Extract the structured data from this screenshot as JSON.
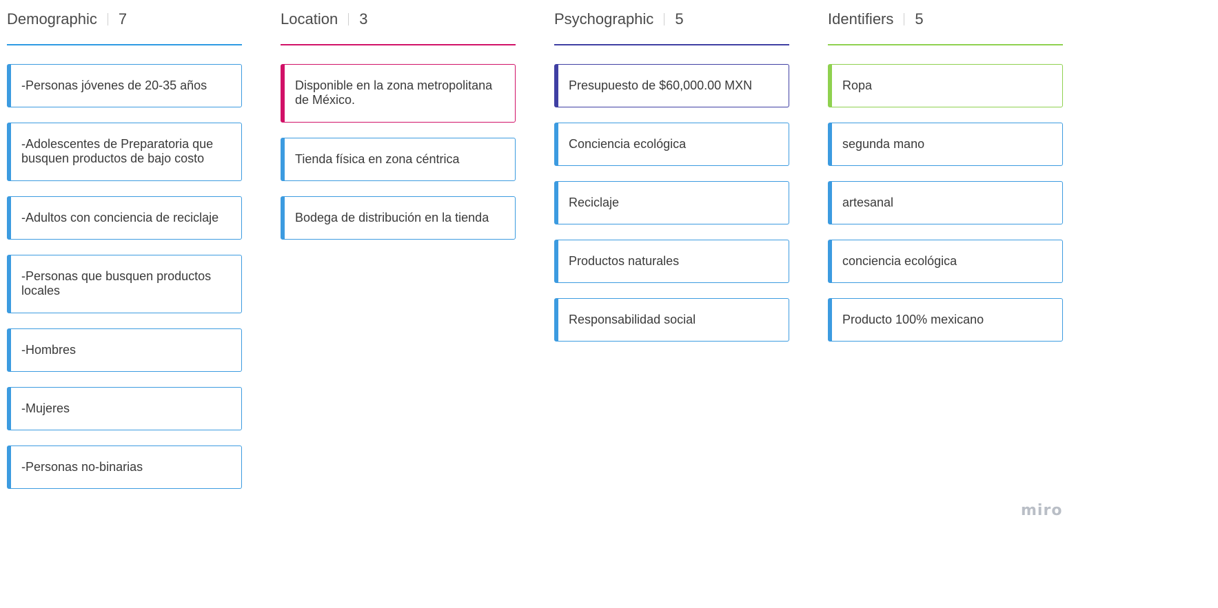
{
  "columns": [
    {
      "title": "Demographic",
      "count": "7",
      "accent": "#2d9ae3",
      "cards": [
        {
          "text": "-Personas jóvenes de 20-35 años",
          "color": "#3c9be0"
        },
        {
          "text": "-Adolescentes de Preparatoria que busquen productos de bajo costo",
          "color": "#3c9be0"
        },
        {
          "text": "-Adultos con conciencia de reciclaje",
          "color": "#3c9be0"
        },
        {
          "text": "-Personas que busquen productos locales",
          "color": "#3c9be0"
        },
        {
          "text": "-Hombres",
          "color": "#3c9be0"
        },
        {
          "text": "-Mujeres",
          "color": "#3c9be0"
        },
        {
          "text": "-Personas no-binarias",
          "color": "#3c9be0"
        }
      ]
    },
    {
      "title": "Location",
      "count": "3",
      "accent": "#d11167",
      "cards": [
        {
          "text": "Disponible en la zona metropolitana de México.",
          "color": "#d11167"
        },
        {
          "text": "Tienda física en zona céntrica",
          "color": "#3c9be0"
        },
        {
          "text": "Bodega de distribución en la tienda",
          "color": "#3c9be0"
        }
      ]
    },
    {
      "title": "Psychographic",
      "count": "5",
      "accent": "#3f3fa3",
      "cards": [
        {
          "text": "Presupuesto de $60,000.00 MXN",
          "color": "#3f3fa3"
        },
        {
          "text": "Conciencia ecológica",
          "color": "#3c9be0"
        },
        {
          "text": "Reciclaje",
          "color": "#3c9be0"
        },
        {
          "text": "Productos naturales",
          "color": "#3c9be0"
        },
        {
          "text": "Responsabilidad social",
          "color": "#3c9be0"
        }
      ]
    },
    {
      "title": "Identifiers",
      "count": "5",
      "accent": "#8fd14f",
      "cards": [
        {
          "text": "Ropa",
          "color": "#8fd14f"
        },
        {
          "text": "segunda mano",
          "color": "#3c9be0"
        },
        {
          "text": "artesanal",
          "color": "#3c9be0"
        },
        {
          "text": "conciencia ecológica",
          "color": "#3c9be0"
        },
        {
          "text": "Producto 100% mexicano",
          "color": "#3c9be0"
        }
      ]
    }
  ],
  "watermark": "miro"
}
